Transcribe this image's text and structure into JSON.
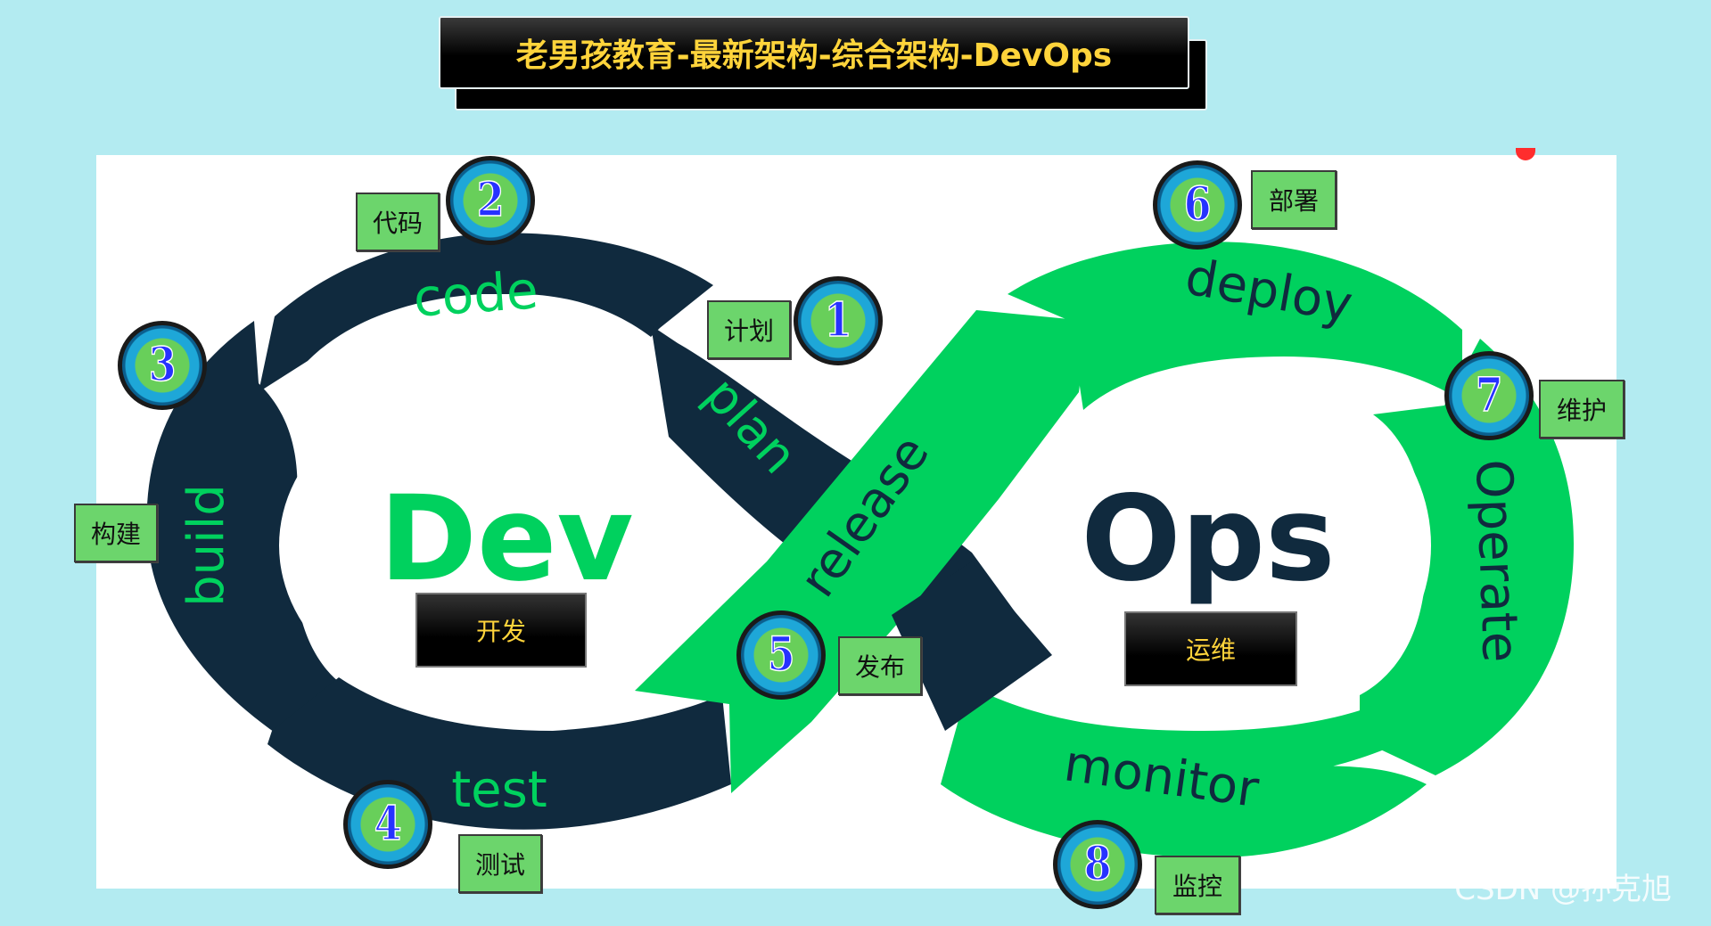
{
  "title": "老男孩教育-最新架构-综合架构-DevOps",
  "dev": {
    "word": "Dev",
    "label": "开发",
    "stages": {
      "code": "code",
      "plan": "plan",
      "build": "build",
      "test": "test"
    }
  },
  "ops": {
    "word": "Ops",
    "label": "运维",
    "stages": {
      "release": "release",
      "deploy": "deploy",
      "operate": "Operate",
      "monitor": "monitor"
    }
  },
  "steps": [
    {
      "number": "1",
      "label": "计划"
    },
    {
      "number": "2",
      "label": "代码"
    },
    {
      "number": "3",
      "label": "构建"
    },
    {
      "number": "4",
      "label": "测试"
    },
    {
      "number": "5",
      "label": "发布"
    },
    {
      "number": "6",
      "label": "部署"
    },
    {
      "number": "7",
      "label": "维护"
    },
    {
      "number": "8",
      "label": "监控"
    }
  ],
  "watermark": "CSDN @孙克旭",
  "colors": {
    "background": "#b3ebf1",
    "dev_navy": "#102a3e",
    "ops_green": "#00d15e",
    "tag_green": "#6cd56c",
    "title_text": "#ffd43b",
    "badge_digit": "#2632ff"
  }
}
